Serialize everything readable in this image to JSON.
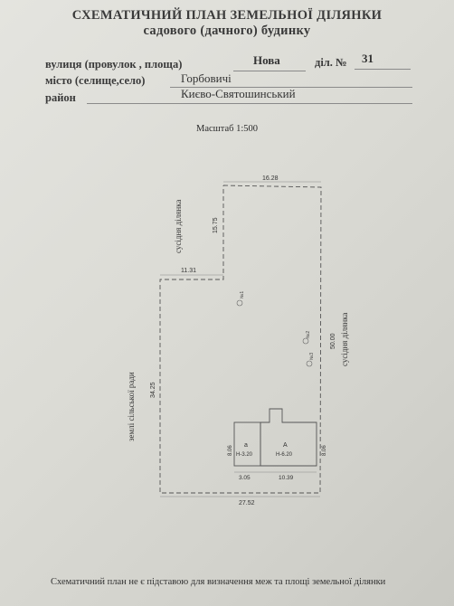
{
  "header": {
    "title_line1": "СХЕМАТИЧНИЙ ПЛАН ЗЕМЕЛЬНОЇ ДІЛЯНКИ",
    "title_line2": "садового (дачного) будинку"
  },
  "address": {
    "street_label": "вулиця (провулок , площа)",
    "street_value": "Нова",
    "plot_label": "діл. №",
    "plot_value": "31",
    "city_label": "місто (селище,село)",
    "city_value": "Горбовичі",
    "district_label": "район",
    "district_value": "Києво-Святошинський"
  },
  "scale_label": "Масштаб 1:500",
  "plan": {
    "dimensions": {
      "top": "16.28",
      "upper_left_vertical": "15.75",
      "step": "11.31",
      "left": "34.25",
      "right": "50.00",
      "bottom": "27.52",
      "bottom_left": "3.05",
      "bottom_right": "10.39",
      "height_left": "8.06",
      "height_right": "8.06"
    },
    "neighbors": {
      "upper_left": "сусідня ділянка",
      "left": "землі сільської ради",
      "right": "сусідня ділянка"
    },
    "buildings": {
      "a_letter": "а",
      "a_height": "Н-3.20",
      "A_letter": "А",
      "A_height": "Н-6.20"
    },
    "trees": {
      "tree1": "№1",
      "tree2": "№2",
      "tree3": "№3"
    }
  },
  "footer": "Схематичний план не є підставою для визначення меж та площі земельної ділянки"
}
